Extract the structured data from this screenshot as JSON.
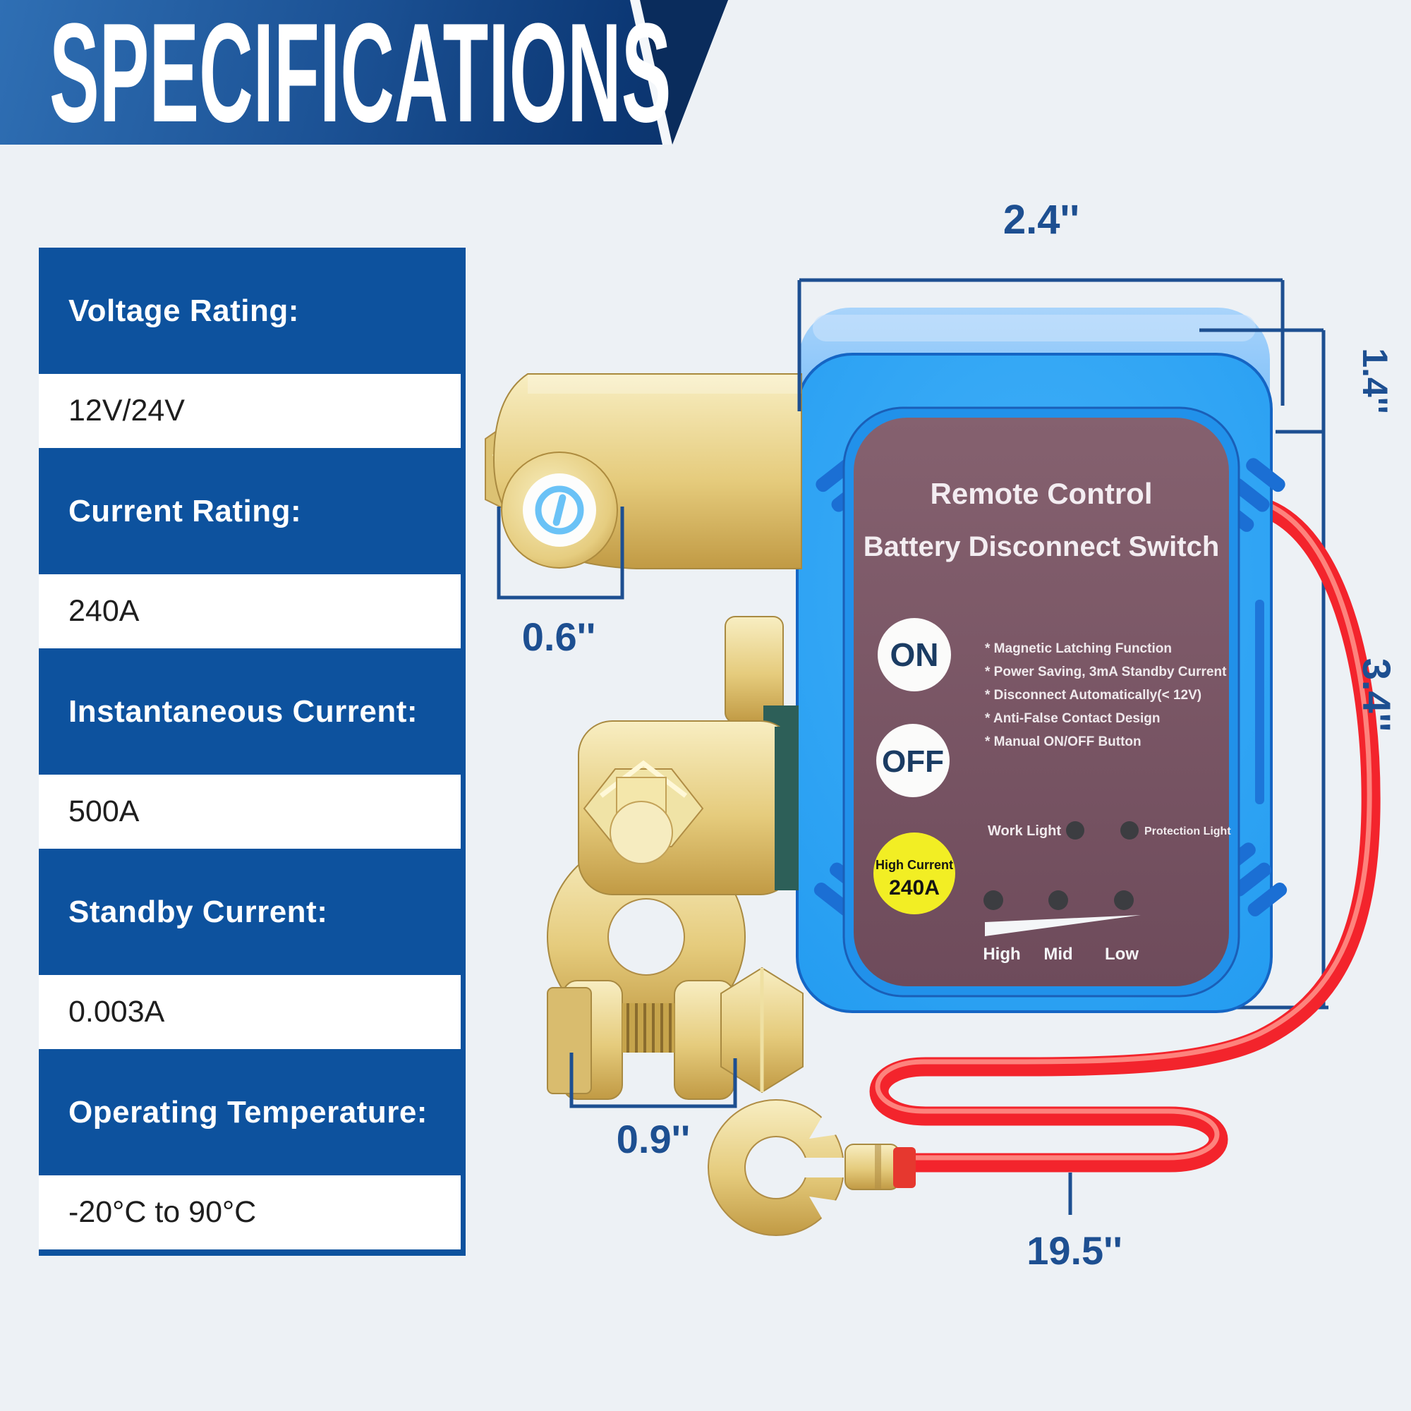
{
  "header": {
    "title": "SPECIFICATIONS"
  },
  "specs": [
    {
      "label": "Voltage Rating:",
      "value": "12V/24V"
    },
    {
      "label": "Current Rating:",
      "value": "240A"
    },
    {
      "label": "Instantaneous Current:",
      "value": "500A"
    },
    {
      "label": "Standby Current:",
      "value": "0.003A"
    },
    {
      "label": "Operating Temperature:",
      "value": "-20°C to 90°C"
    }
  ],
  "device": {
    "title_line1": "Remote Control",
    "title_line2": "Battery Disconnect Switch",
    "on_label": "ON",
    "off_label": "OFF",
    "features": [
      "* Magnetic Latching Function",
      "* Power Saving, 3mA Standby Current",
      "* Disconnect Automatically(< 12V)",
      "* Anti-False Contact Design",
      "* Manual ON/OFF Button"
    ],
    "work_light_label": "Work Light",
    "protection_light_label": "Protection Light",
    "badge_line1": "High Current",
    "badge_line2": "240A",
    "levels": [
      "High",
      "Mid",
      "Low"
    ]
  },
  "dimensions": {
    "width": "2.4''",
    "lid_height": "1.4''",
    "body_height": "3.4''",
    "button": "0.6''",
    "clamp": "0.9''",
    "cable": "19.5''"
  },
  "colors": {
    "table_blue": "#0d529e",
    "banner_dark": "#0a2c5c",
    "dimension_navy": "#1d4f91",
    "device_blue": "#2ba3f3",
    "label_mauve": "#7b5765",
    "badge_yellow": "#f2ee24",
    "cable_red": "#f3242c"
  }
}
